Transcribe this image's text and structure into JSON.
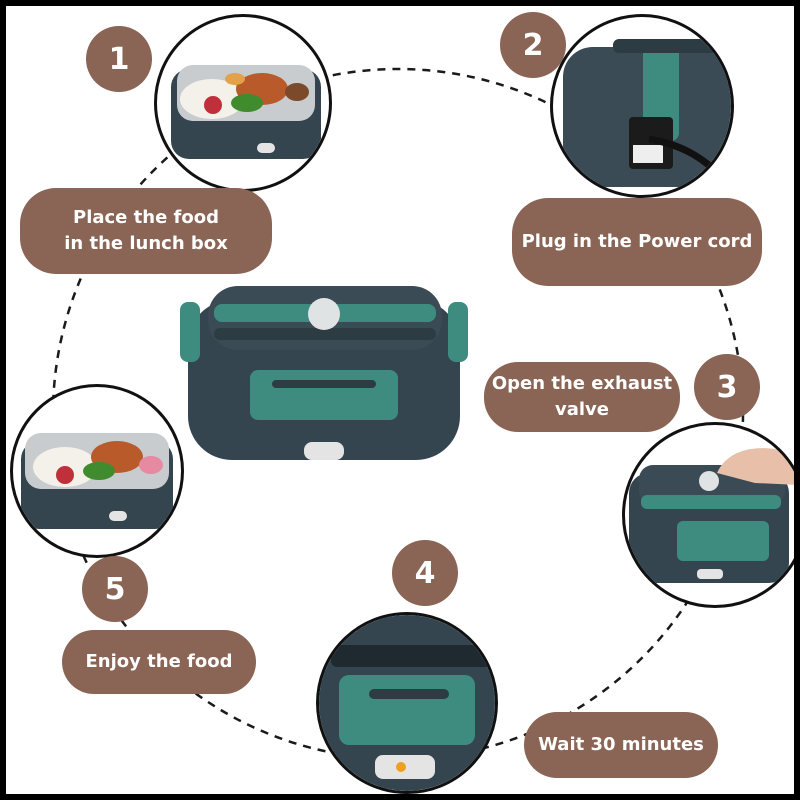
{
  "steps": [
    {
      "number": "1",
      "label_lines": [
        "Place the food",
        "in the lunch box"
      ]
    },
    {
      "number": "2",
      "label_lines": [
        "Plug in the Power cord"
      ]
    },
    {
      "number": "3",
      "label_lines": [
        "Open the exhaust",
        "valve"
      ]
    },
    {
      "number": "4",
      "label_lines": [
        "Wait 30 minutes"
      ]
    },
    {
      "number": "5",
      "label_lines": [
        "Enjoy the food"
      ]
    }
  ],
  "colors": {
    "badge": "#8a6454",
    "box_body": "#34454f",
    "box_accent": "#3e8b80"
  },
  "icons": [
    "lunch-box-open-image",
    "power-plug-image",
    "exhaust-valve-image",
    "heating-indicator-image",
    "lunch-box-closed-image"
  ]
}
